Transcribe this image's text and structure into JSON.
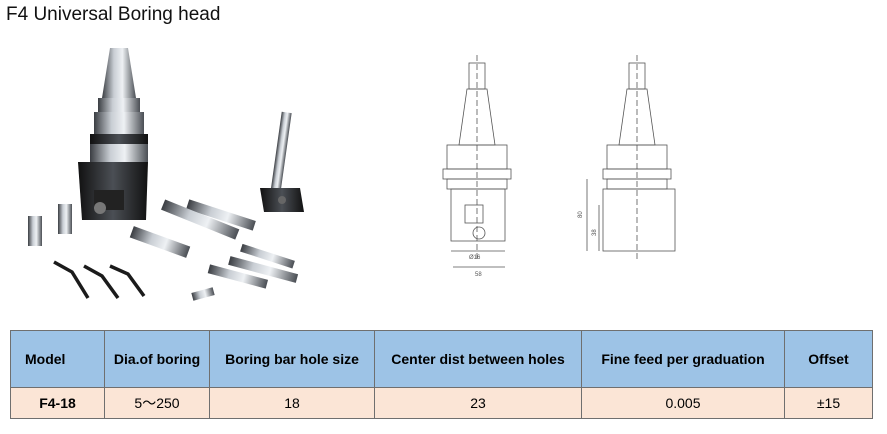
{
  "title": "F4 Universal Boring head",
  "drawing_dims": {
    "d1": "80",
    "d2": "38",
    "d3": "Ø16",
    "d4": "58"
  },
  "table": {
    "headers": [
      "Model",
      "Dia.of boring",
      "Boring bar hole size",
      "Center dist between holes",
      "Fine feed per graduation",
      "Offset"
    ],
    "rows": [
      [
        "F4-18",
        "5～250",
        "18",
        "23",
        "0.005",
        "±15"
      ]
    ]
  },
  "colors": {
    "header_bg": "#9dc3e6",
    "row_bg": "#fbe5d6"
  }
}
